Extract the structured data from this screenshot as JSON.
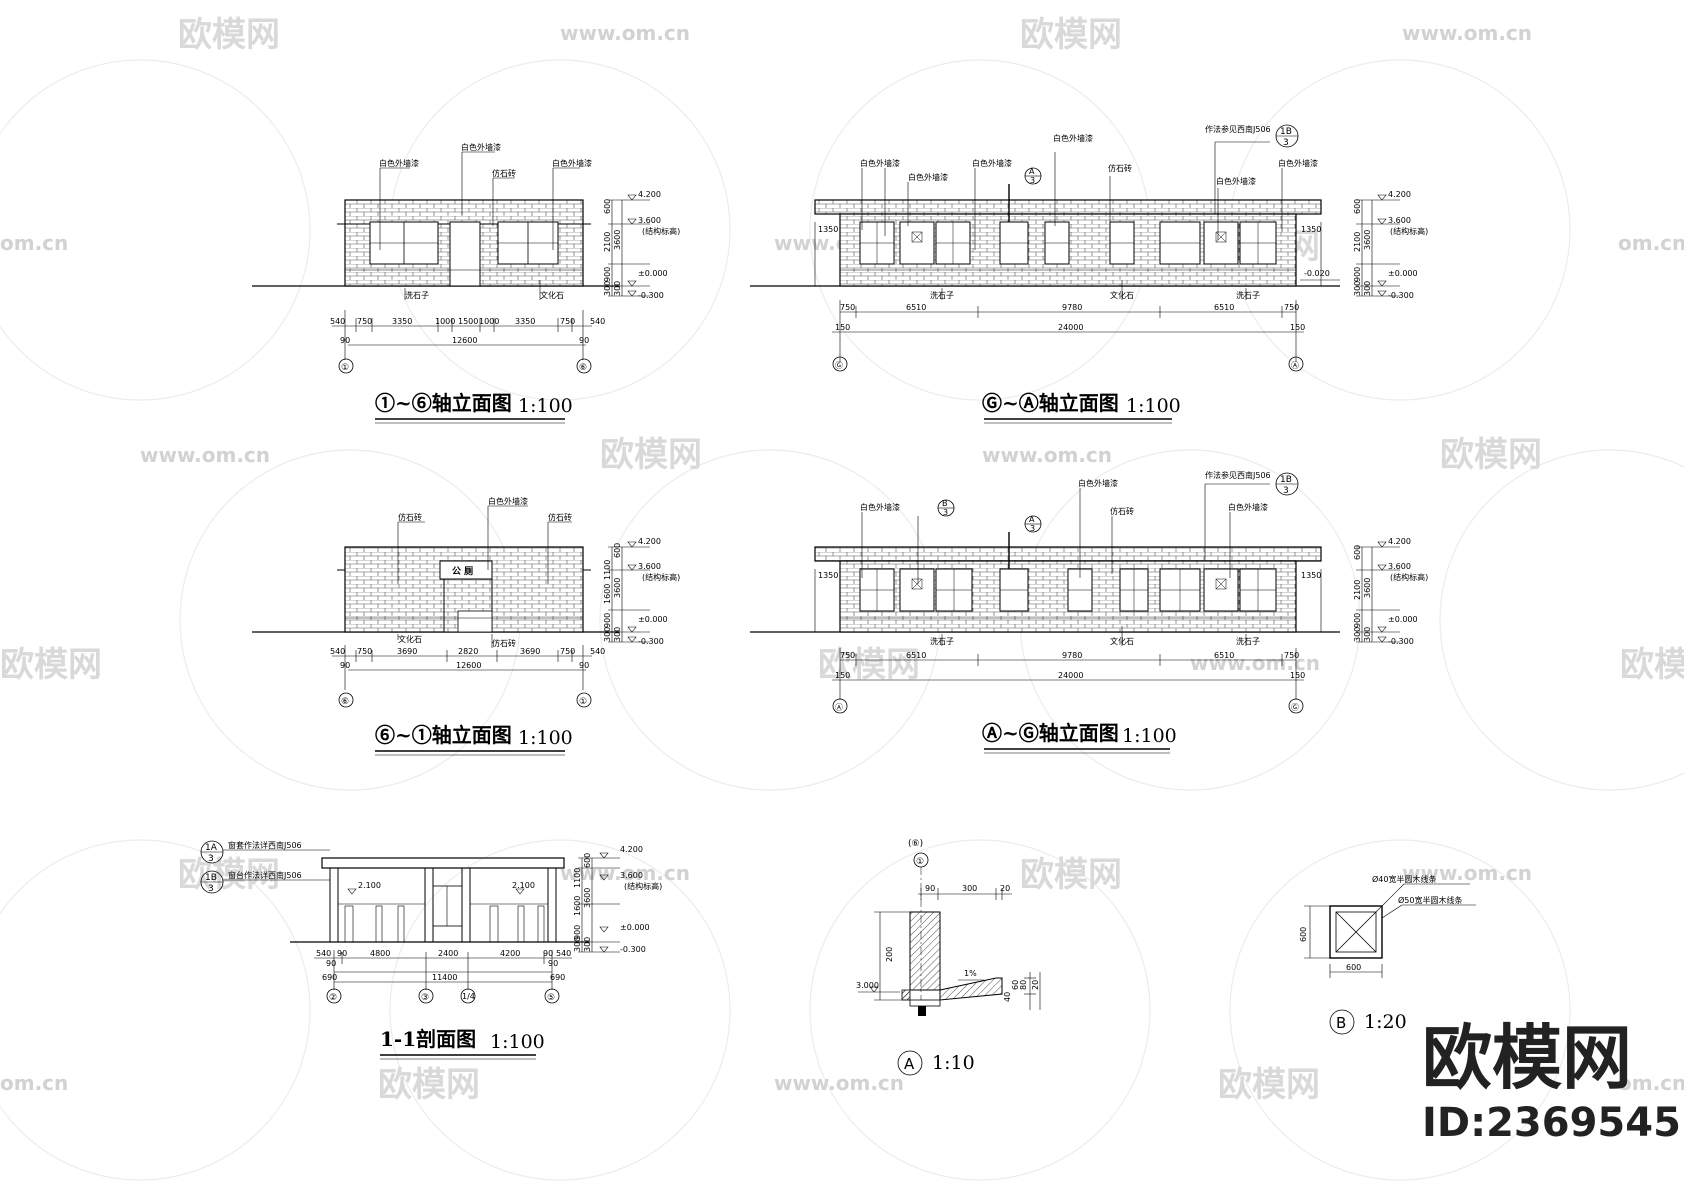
{
  "sheet": {
    "watermark_logo": "欧模网",
    "watermark_url": "www.om.cn",
    "watermark_url_part": "om.cn",
    "watermark_logo_part": "欧模网"
  },
  "brand": {
    "name": "欧模网",
    "id": "ID:2369545"
  },
  "elev1": {
    "title_prefix": "①~⑥",
    "title_main": "轴立面图",
    "scale": "1:100",
    "labels": {
      "paint_a": "白色外墙漆",
      "paint_b": "白色外墙漆",
      "paint_c": "白色外墙漆",
      "stone": "仿石砖",
      "wash": "洗石子",
      "culture": "文化石"
    },
    "levels": {
      "top": "4.200",
      "struct": "3.600",
      "struct_note": "(结构标高)",
      "zero": "±0.000",
      "minus": "-0.300"
    },
    "vdims": [
      "600",
      "3600",
      "2100",
      "900",
      "300",
      "300"
    ],
    "dims": [
      "540",
      "750",
      "3350",
      "1000",
      "1500",
      "1000",
      "3350",
      "750",
      "540"
    ],
    "total": "12600",
    "edge": "90",
    "axis_l": "①",
    "axis_r": "⑥"
  },
  "elev2": {
    "title_prefix": "Ⓖ~Ⓐ",
    "title_main": "轴立面图",
    "scale": "1:100",
    "labels": {
      "p1": "白色外墙漆",
      "p2": "白色外墙漆",
      "p3": "白色外墙漆",
      "p4": "白色外墙漆",
      "p5": "白色外墙漆",
      "p6": "白色外墙漆",
      "stone": "仿石砖",
      "note": "作法参见西南J506",
      "wash_l": "洗石子",
      "wash_r": "洗石子",
      "culture": "文化石"
    },
    "tags": {
      "a": "A",
      "a_sub": "3",
      "b_top": "1B",
      "b_sub": "3"
    },
    "levels": {
      "top": "4.200",
      "struct": "3.600",
      "struct_note": "(结构标高)",
      "zero": "±0.000",
      "minus": "-0.300",
      "side": "-0.020"
    },
    "side_l": "1350",
    "side_r": "1350",
    "vdims": [
      "600",
      "3600",
      "2100",
      "900",
      "300",
      "300"
    ],
    "dims": [
      "750",
      "6510",
      "9780",
      "6510",
      "750"
    ],
    "total": "24000",
    "edge": "150",
    "axis_l": "Ⓖ",
    "axis_r": "Ⓐ"
  },
  "elev3": {
    "title_prefix": "⑥~①",
    "title_main": "轴立面图",
    "scale": "1:100",
    "labels": {
      "stone_l": "仿石砖",
      "paint": "白色外墙漆",
      "stone_r": "仿石砖",
      "sign": "公 厕",
      "culture": "文化石",
      "stone_b": "仿石砖"
    },
    "levels": {
      "top": "4.200",
      "struct": "3.600",
      "struct_note": "(结构标高)",
      "zero": "±0.000",
      "minus": "-0.300"
    },
    "vdims": [
      "600",
      "1100",
      "3600",
      "1600",
      "900",
      "300",
      "300"
    ],
    "dims": [
      "540",
      "750",
      "3690",
      "2820",
      "3690",
      "750",
      "540"
    ],
    "total": "12600",
    "edge": "90",
    "axis_l": "⑥",
    "axis_r": "①"
  },
  "elev4": {
    "title_prefix": "Ⓐ~Ⓖ",
    "title_main": "轴立面图",
    "scale": "1:100",
    "labels": {
      "p1": "白色外墙漆",
      "p2": "白色外墙漆",
      "p3": "白色外墙漆",
      "stone": "仿石砖",
      "note": "作法参见西南J506",
      "wash_l": "洗石子",
      "wash_r": "洗石子",
      "culture": "文化石"
    },
    "tags": {
      "a": "A",
      "b": "B",
      "sub": "3",
      "b_top": "1B",
      "b_sub": "3"
    },
    "levels": {
      "top": "4.200",
      "struct": "3.600",
      "struct_note": "(结构标高)",
      "zero": "±0.000",
      "minus": "-0.300"
    },
    "side_l": "1350",
    "side_r": "1350",
    "vdims": [
      "600",
      "3600",
      "2100",
      "900",
      "300",
      "300"
    ],
    "dims": [
      "750",
      "6510",
      "9780",
      "6510",
      "750"
    ],
    "total": "24000",
    "edge": "150",
    "axis_l": "Ⓐ",
    "axis_r": "Ⓖ"
  },
  "section": {
    "title_main": "1-1剖面图",
    "scale": "1:100",
    "tag1": "1A",
    "tag1_sub": "3",
    "tag1_note": "窗套作法详西南J506",
    "tag2": "1B",
    "tag2_sub": "3",
    "tag2_note": "窗台作法详西南J506",
    "h_left": "2.100",
    "h_right": "2.100",
    "levels": {
      "top": "4.200",
      "struct": "3.600",
      "struct_note": "(结构标高)",
      "zero": "±0.000",
      "minus": "-0.300"
    },
    "vdims": [
      "600",
      "1100",
      "3600",
      "1600",
      "900",
      "300",
      "300"
    ],
    "dims": [
      "540",
      "90",
      "4800",
      "2400",
      "4200",
      "90",
      "540"
    ],
    "sub": [
      "90",
      "90"
    ],
    "offsets": [
      "690",
      "690"
    ],
    "total": "11400",
    "axes": [
      "②",
      "③",
      "1/4",
      "⑤"
    ]
  },
  "detailA": {
    "axis_top": "(⑥)",
    "axis": "①",
    "dims_top": [
      "90",
      "300",
      "20"
    ],
    "level": "3.000",
    "h200": "200",
    "slope": "1%",
    "vdims": [
      "40",
      "60",
      "80",
      "20"
    ],
    "tag": "A",
    "scale": "1:10"
  },
  "detailB": {
    "note1": "Ø40宽半圆木线条",
    "note2": "Ø50宽半圆木线条",
    "dim_w": "600",
    "dim_h": "600",
    "tag": "B",
    "scale": "1:20"
  }
}
